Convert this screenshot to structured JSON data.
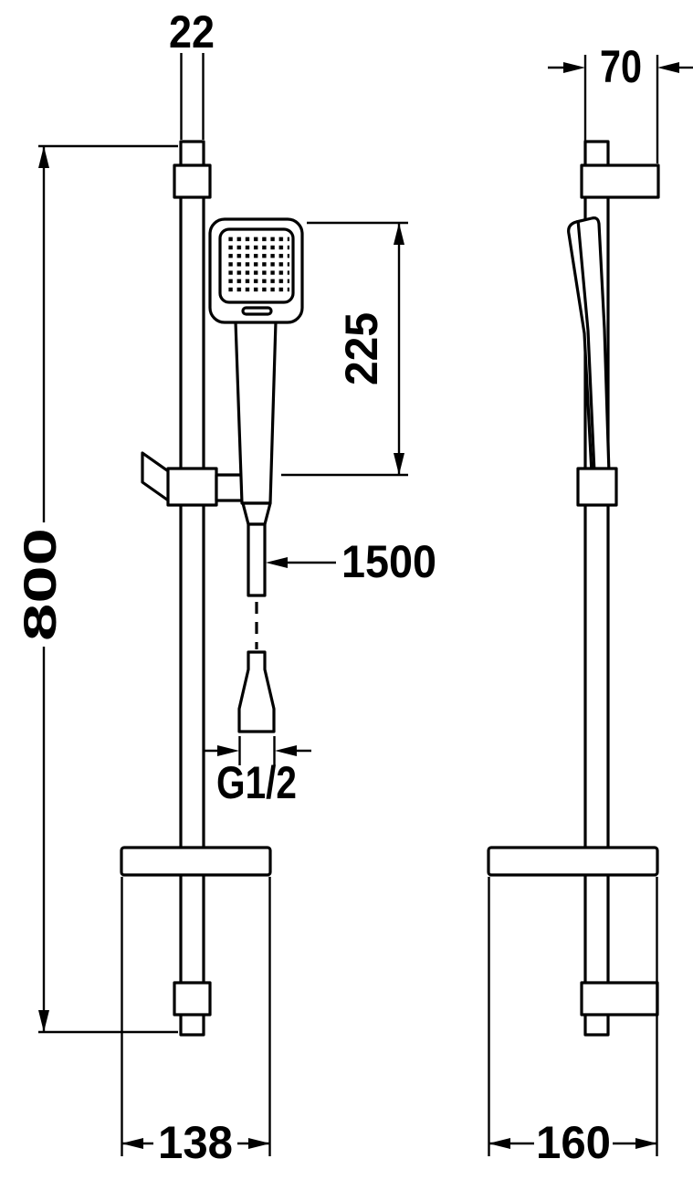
{
  "diagram": {
    "labels": {
      "rail_width": "22",
      "bracket_depth": "70",
      "handset_length": "225",
      "rail_height": "800",
      "hose_length": "1500",
      "thread_size": "G1/2",
      "shelf_width": "138",
      "shelf_depth": "160"
    },
    "colors": {
      "line": "#000000",
      "background": "#ffffff"
    }
  }
}
